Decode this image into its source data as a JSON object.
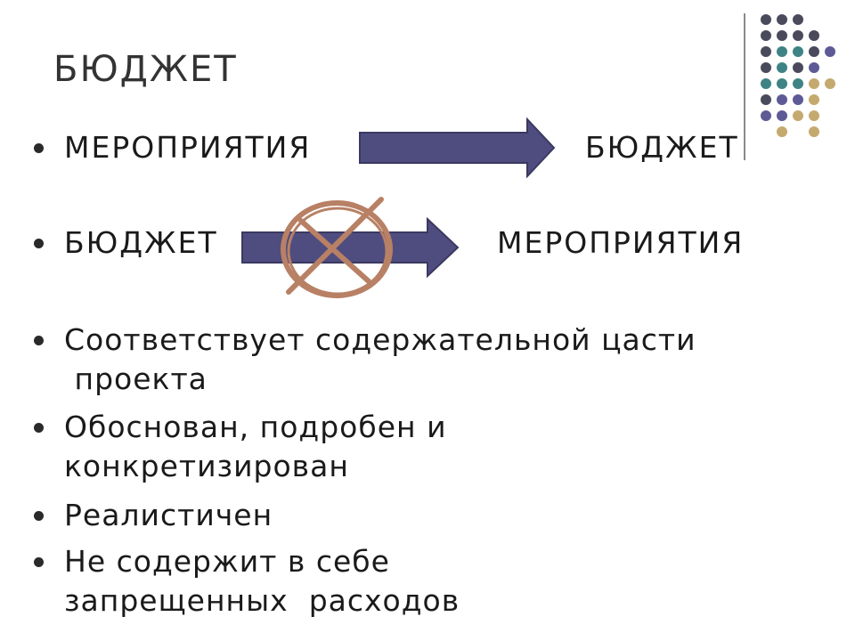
{
  "title": "БЮДЖЕТ",
  "row1": {
    "left": "МЕРОПРИЯТИЯ",
    "right": "БЮДЖЕТ"
  },
  "row2": {
    "left": "БЮДЖЕТ",
    "right": "МЕРОПРИЯТИЯ"
  },
  "bullets": [
    {
      "line1": "Соответствует содержательной цасти",
      "line2": " проекта"
    },
    {
      "line1": "Обоснован, подробен и",
      "line2": "конкретизирован"
    },
    {
      "line1": "Реалистичен",
      "line2": ""
    },
    {
      "line1": "Не содержит в себе",
      "line2": "запрещенных  расходов"
    }
  ],
  "colors": {
    "arrow_fill": "#4f4d80",
    "cross_mark": "#b88064",
    "dot_dark": "#4a4a5c",
    "dot_teal": "#3f8484",
    "dot_purple": "#5e5a96",
    "dot_tan": "#c4aa6e"
  },
  "icons": {
    "arrow": "right-arrow-icon",
    "cross": "crossed-circle-icon"
  }
}
